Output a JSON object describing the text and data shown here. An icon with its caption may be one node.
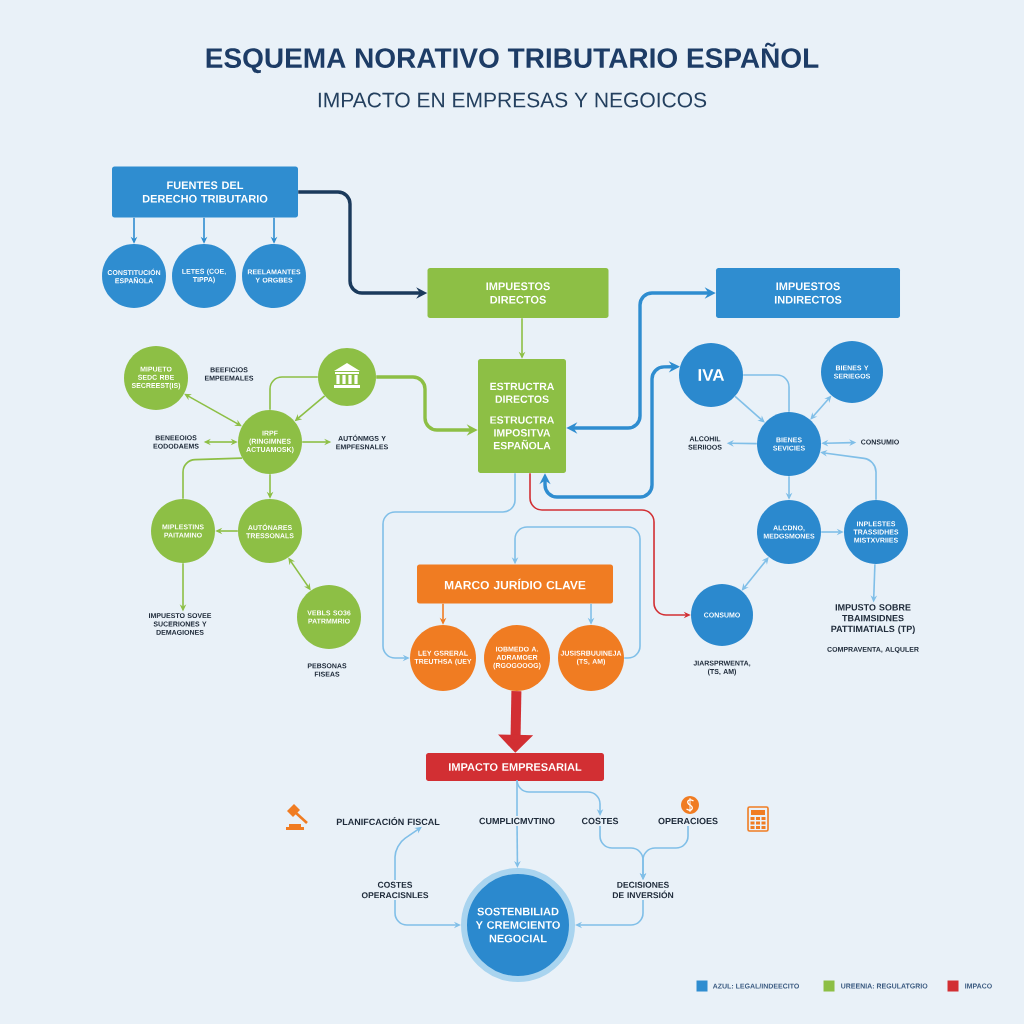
{
  "diagram": {
    "title": "ESQUEMA NORATIVO TRIBUTARIO ESPAÑOL",
    "nodes": [
      {
        "text": [
          "FUENTES DEL DERECHO TRIBUTARIO"
        ]
      },
      {
        "text": [
          "CONSTITUCIÓN ESPAÑOLA"
        ]
      },
      {
        "text": [
          "LETES (COE, TIPPA)"
        ]
      },
      {
        "text": [
          "REELAMANTES Y ORGBES"
        ]
      },
      {
        "text": [
          "IMPUESTOS DIRECTOS"
        ]
      },
      {
        "text": [
          "IMPUESTOS INDIRECTOS"
        ]
      },
      {
        "text": [
          "ESTRUCTRA DIRECTOS",
          "ESTRUCTRA IMPOSITVA ESPAÑOLA"
        ]
      },
      {
        "text": [
          "MIPUETO SEDC RBE SECREEST(IS)"
        ],
        "beside": [
          "BEEFICIOS EMPEEMALES"
        ]
      },
      {
        "text": [],
        "shape": "circle"
      },
      {
        "text": [
          "IRPF (RINGIMNES ACTUAMOSK)"
        ]
      },
      {
        "text": [
          "BENEEOIOS EODODAEMS"
        ]
      },
      {
        "text": [
          "AUTÓNMGS Y EMPFESNALES"
        ]
      },
      {
        "text": [
          "MIPLESTINS PAITAMINO"
        ]
      },
      {
        "text": [
          "AUTÓNARES TRESSONALS"
        ]
      },
      {
        "text": [
          "IMPUESTO SOVEE SUCERIONES Y DEMAGIONES"
        ]
      },
      {
        "text": [
          "VEBLS SO36 PATRMMRIO"
        ],
        "beside": [
          "PEBSONAS FISEAS"
        ]
      },
      {
        "text": [
          "MARCO JURÍDIO CLAVE"
        ]
      },
      {
        "text": [
          "LEY GSRERAL TREUTHSA (UEY"
        ]
      },
      {
        "text": [
          "IOBMEDO A. ADRAMOER (RGOGOOOG)"
        ]
      },
      {
        "text": [
          "JUSISRBUUINEJA (TS, AM)"
        ]
      },
      {
        "text": [
          "IVA"
        ]
      },
      {
        "text": [
          "BIENES Y SERIEGOS"
        ]
      },
      {
        "text": [
          "BIENES SEVICIES"
        ]
      },
      {
        "text": [
          "ALCOHIL SERIIOOS"
        ]
      },
      {
        "text": [
          "CONSUMIO"
        ]
      },
      {
        "text": [
          "ALCDNO, MEDGSMONES"
        ]
      },
      {
        "text": [
          "INPLESTES TRASSIDHES MISTXVRIIES"
        ]
      },
      {
        "text": [
          "CONSUMO"
        ],
        "beside": [
          "JIARSPRWENTA, (TS, AM)"
        ]
      },
      {
        "text": [
          "IMPUSTO SOBRE TBAIMSIDNES PATTIMATIALS (TP)"
        ],
        "beside": [
          "COMPRAVENTA, ALQULER"
        ]
      },
      {
        "text": [
          "IMPACTO EMPRESARIAL"
        ]
      },
      {
        "text": [
          "PLANIFCACIÓN FISCAL"
        ]
      },
      {
        "text": [
          "CUMPLICMVTINO"
        ]
      },
      {
        "text": [
          "COSTES"
        ]
      },
      {
        "text": [
          "OPERACIOES"
        ]
      },
      {
        "text": [
          "COSTES OPERACISNLES"
        ]
      },
      {
        "text": [
          "DECISIONES DE INVERSIÓN"
        ]
      },
      {
        "text": [
          "SOSTENBILIAD Y CREMCIENTO NEGOCIAL"
        ]
      }
    ],
    "edges": [
      {
        "from": 0,
        "to": 1,
        "arrow": "to",
        "color": "#2f8dd0"
      },
      {
        "from": 0,
        "to": 2,
        "arrow": "to",
        "color": "#2f8dd0"
      },
      {
        "from": 0,
        "to": 3,
        "arrow": "to",
        "color": "#2f8dd0"
      },
      {
        "from": 0,
        "to": 4,
        "arrow": "to",
        "style": "thick",
        "color": "#1b3a5c"
      },
      {
        "from": 4,
        "to": 6,
        "arrow": "to",
        "color": "#8dbf45"
      },
      {
        "from": 6,
        "to": 5,
        "arrow": "both",
        "style": "thick",
        "color": "#2f8dd0"
      },
      {
        "from": 6,
        "to": 20,
        "arrow": "both",
        "style": "thick",
        "color": "#2f8dd0"
      },
      {
        "from": 8,
        "to": 6,
        "arrow": "to",
        "style": "thick",
        "color": "#8dbf45"
      },
      {
        "from": 7,
        "to": 9,
        "arrow": "both",
        "color": "#8dbf45"
      },
      {
        "from": 8,
        "to": 9,
        "arrow": "to",
        "color": "#8dbf45"
      },
      {
        "from": 9,
        "to": 8,
        "arrow": "none",
        "color": "#8dbf45"
      },
      {
        "from": 10,
        "to": 9,
        "arrow": "both",
        "color": "#8dbf45"
      },
      {
        "from": 9,
        "to": 11,
        "arrow": "to",
        "color": "#8dbf45"
      },
      {
        "from": 9,
        "to": 13,
        "arrow": "to",
        "color": "#8dbf45"
      },
      {
        "from": 13,
        "to": 12,
        "arrow": "to",
        "color": "#8dbf45"
      },
      {
        "from": 9,
        "to": 12,
        "arrow": "none",
        "color": "#8dbf45"
      },
      {
        "from": 12,
        "to": 14,
        "arrow": "to",
        "color": "#8dbf45"
      },
      {
        "from": 13,
        "to": 15,
        "arrow": "both",
        "color": "#8dbf45"
      },
      {
        "from": 6,
        "to": 17,
        "arrow": "to"
      },
      {
        "from": 16,
        "to": 17,
        "arrow": "to",
        "color": "#f07c22"
      },
      {
        "from": 16,
        "to": 19,
        "arrow": "to"
      },
      {
        "from": 19,
        "to": 16,
        "arrow": "to"
      },
      {
        "from": 6,
        "to": 27,
        "arrow": "to",
        "color": "#d22f33"
      },
      {
        "from": 20,
        "to": 22,
        "arrow": "to"
      },
      {
        "from": 20,
        "to": 22,
        "arrow": "none"
      },
      {
        "from": 22,
        "to": 21,
        "arrow": "both"
      },
      {
        "from": 22,
        "to": 23,
        "arrow": "to"
      },
      {
        "from": 22,
        "to": 24,
        "arrow": "both"
      },
      {
        "from": 22,
        "to": 25,
        "arrow": "to"
      },
      {
        "from": 25,
        "to": 26,
        "arrow": "to"
      },
      {
        "from": 26,
        "to": 22,
        "arrow": "to"
      },
      {
        "from": 25,
        "to": 27,
        "arrow": "both"
      },
      {
        "from": 26,
        "to": 28,
        "arrow": "to"
      },
      {
        "from": 18,
        "to": 29,
        "arrow": "to",
        "style": "thick",
        "color": "#d22f33"
      },
      {
        "from": 29,
        "to": 31,
        "arrow": "none"
      },
      {
        "from": 29,
        "to": 32,
        "arrow": "to"
      },
      {
        "from": 31,
        "to": 36,
        "arrow": "to"
      },
      {
        "from": 34,
        "to": 30,
        "arrow": "to"
      },
      {
        "from": 34,
        "to": 36,
        "arrow": "to"
      },
      {
        "from": 32,
        "to": 35,
        "arrow": "to"
      },
      {
        "from": 33,
        "to": 35,
        "arrow": "to"
      },
      {
        "from": 35,
        "to": 36,
        "arrow": "to"
      }
    ],
    "labels": [
      "IMPACTO EN EMPRESAS Y NEGOICOS"
    ],
    "legend": [
      {
        "text": "AZUL: LEGAL/INDEECITO",
        "color": "#2f8dd0"
      },
      {
        "text": "UREENIA: REGULATGRIO",
        "color": "#8dbf45"
      },
      {
        "text": "IMPACO",
        "color": "#d22f33"
      }
    ]
  }
}
